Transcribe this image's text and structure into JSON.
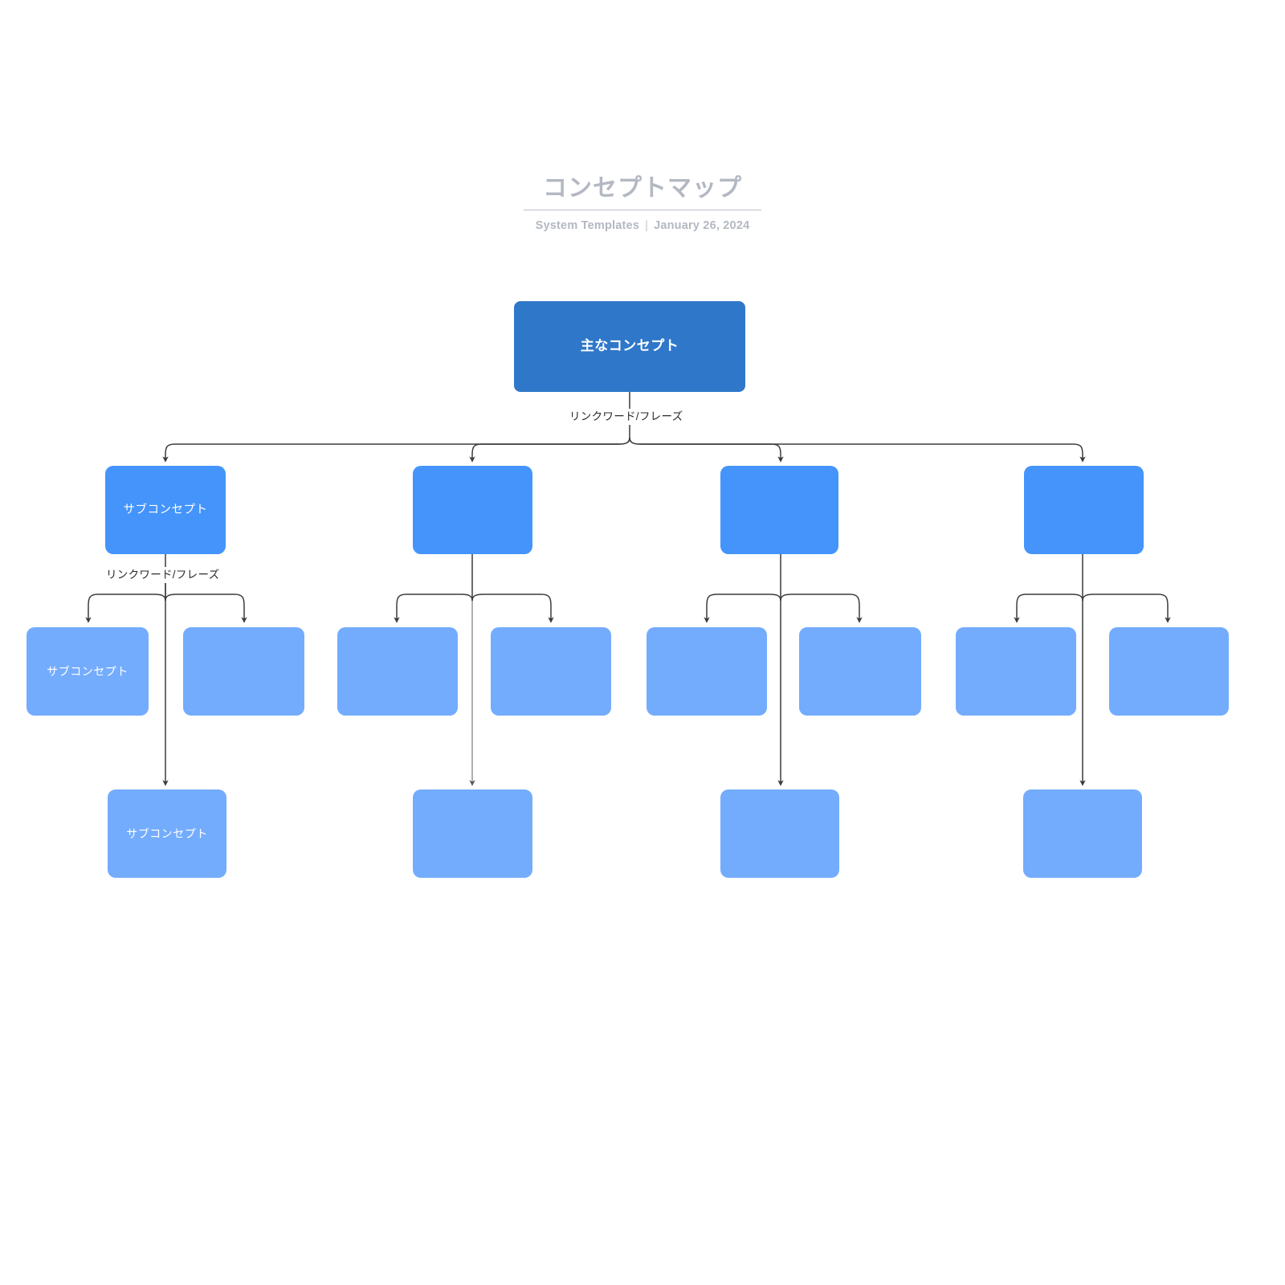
{
  "header": {
    "title": "コンセプトマップ",
    "subtitle_source": "System Templates",
    "subtitle_separator": "|",
    "subtitle_date": "January 26, 2024"
  },
  "colors": {
    "root": "#2f77c9",
    "level2": "#4494fb",
    "level3": "#74acfd",
    "level4": "#74acfd",
    "connector": "#3b3b3b",
    "title_text": "#b3b8c2",
    "background": "#ffffff"
  },
  "diagram": {
    "root": {
      "label": "主なコンセプト"
    },
    "edge_labels": {
      "root_to_level2": "リンクワード/フレーズ",
      "branch1_level2_to_level3": "リンクワード/フレーズ"
    },
    "branches": [
      {
        "level2": {
          "label": "サブコンセプト"
        },
        "level3": [
          {
            "label": "サブコンセプト"
          },
          {
            "label": ""
          }
        ],
        "level4": {
          "label": "サブコンセプト"
        }
      },
      {
        "level2": {
          "label": ""
        },
        "level3": [
          {
            "label": ""
          },
          {
            "label": ""
          }
        ],
        "level4": {
          "label": ""
        }
      },
      {
        "level2": {
          "label": ""
        },
        "level3": [
          {
            "label": ""
          },
          {
            "label": ""
          }
        ],
        "level4": {
          "label": ""
        }
      },
      {
        "level2": {
          "label": ""
        },
        "level3": [
          {
            "label": ""
          },
          {
            "label": ""
          }
        ],
        "level4": {
          "label": ""
        }
      }
    ]
  }
}
